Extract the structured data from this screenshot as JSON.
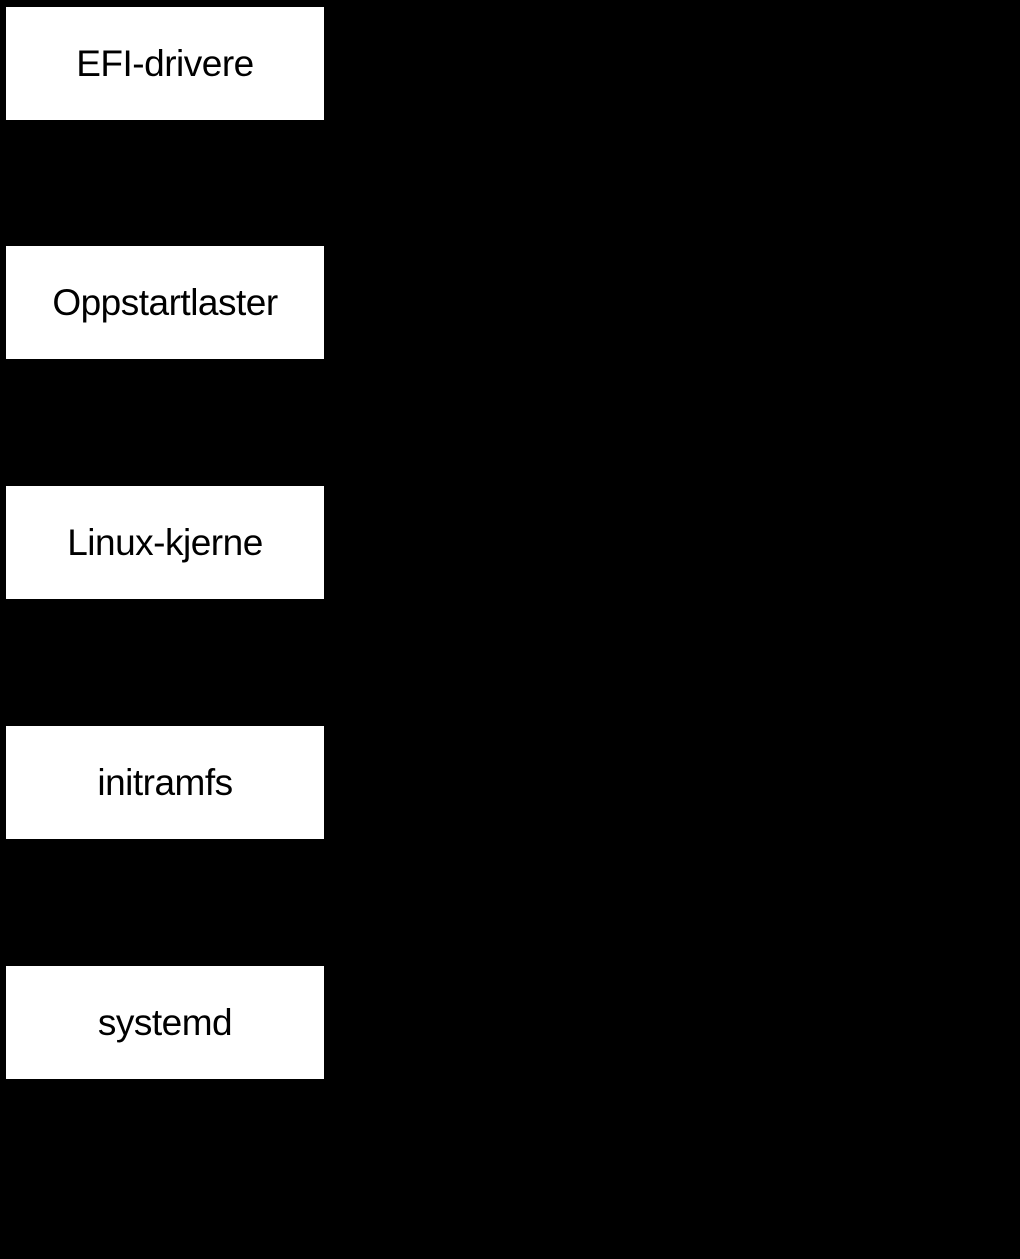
{
  "diagram": {
    "type": "flowchart-vertical",
    "colors": {
      "background": "#000000",
      "node_fill": "#ffffff",
      "node_text": "#000000"
    },
    "nodes": [
      {
        "label": "EFI-drivere"
      },
      {
        "label": "Oppstartlaster"
      },
      {
        "label": "Linux-kjerne"
      },
      {
        "label": "initramfs"
      },
      {
        "label": "systemd"
      }
    ]
  }
}
